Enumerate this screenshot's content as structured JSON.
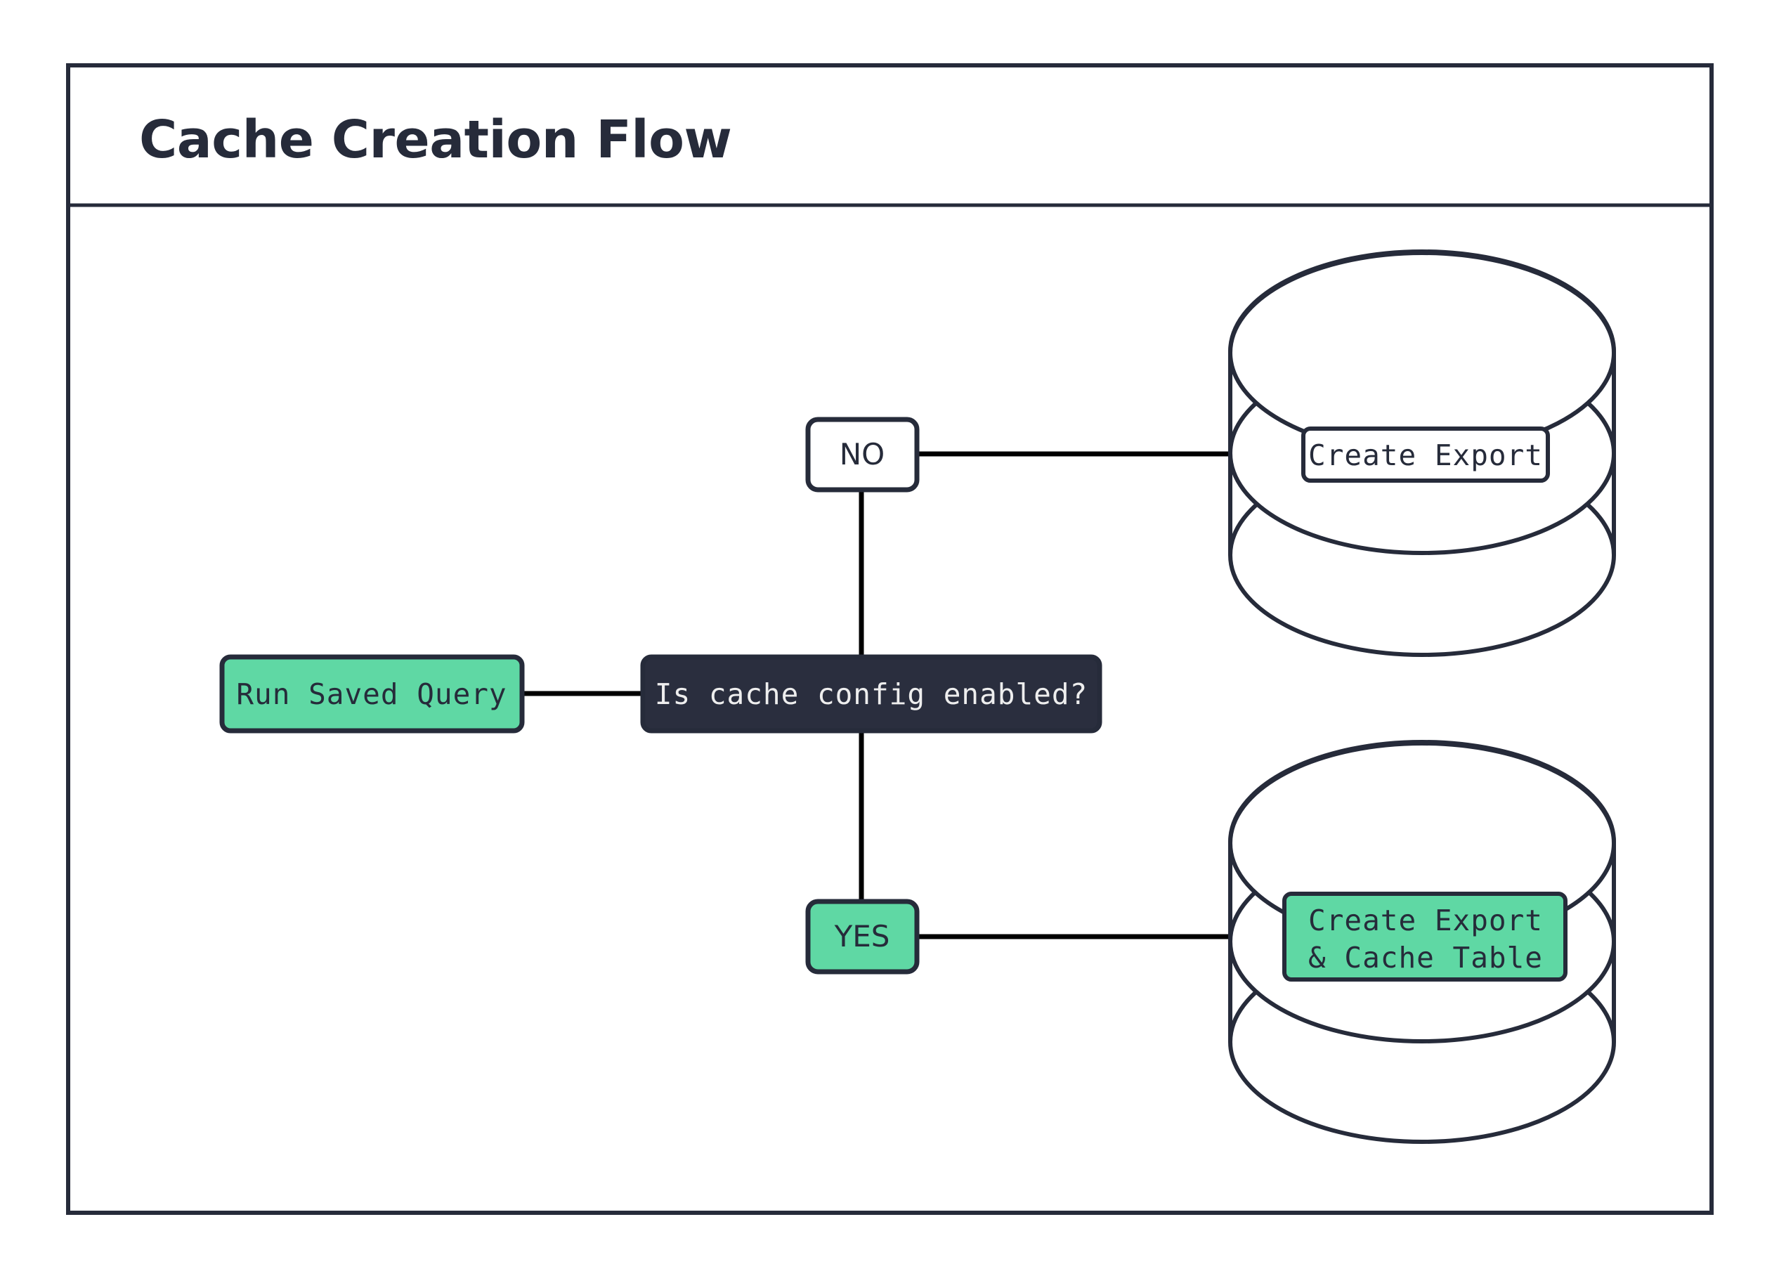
{
  "diagram": {
    "title": "Cache Creation Flow",
    "type": "flowchart",
    "colors": {
      "accent_green": "#5FD8A4",
      "dark": "#2A2E3E",
      "stroke": "#262B3A",
      "background": "#FFFFFF",
      "edge": "#000000"
    },
    "nodes": [
      {
        "id": "run-saved-query",
        "label": "Run Saved Query",
        "shape": "rounded-rect",
        "fill": "green",
        "font": "mono"
      },
      {
        "id": "is-cache-config-enabled",
        "label": "Is cache config enabled?",
        "shape": "rounded-rect",
        "fill": "dark",
        "font": "mono"
      },
      {
        "id": "branch-no",
        "label": "NO",
        "shape": "rounded-rect",
        "fill": "white",
        "font": "sans"
      },
      {
        "id": "branch-yes",
        "label": "YES",
        "shape": "rounded-rect",
        "fill": "green",
        "font": "sans"
      },
      {
        "id": "create-export",
        "label": "Create Export",
        "shape": "database-cylinder",
        "fill": "white",
        "font": "mono"
      },
      {
        "id": "create-export-cache-table",
        "label_line_1": "Create Export",
        "label_line_2": "& Cache Table",
        "shape": "database-cylinder",
        "fill": "green",
        "font": "mono"
      }
    ],
    "edges": [
      {
        "from": "run-saved-query",
        "to": "is-cache-config-enabled",
        "label": ""
      },
      {
        "from": "is-cache-config-enabled",
        "to": "branch-no",
        "label": "NO"
      },
      {
        "from": "is-cache-config-enabled",
        "to": "branch-yes",
        "label": "YES"
      },
      {
        "from": "branch-no",
        "to": "create-export",
        "label": ""
      },
      {
        "from": "branch-yes",
        "to": "create-export-cache-table",
        "label": ""
      }
    ]
  }
}
